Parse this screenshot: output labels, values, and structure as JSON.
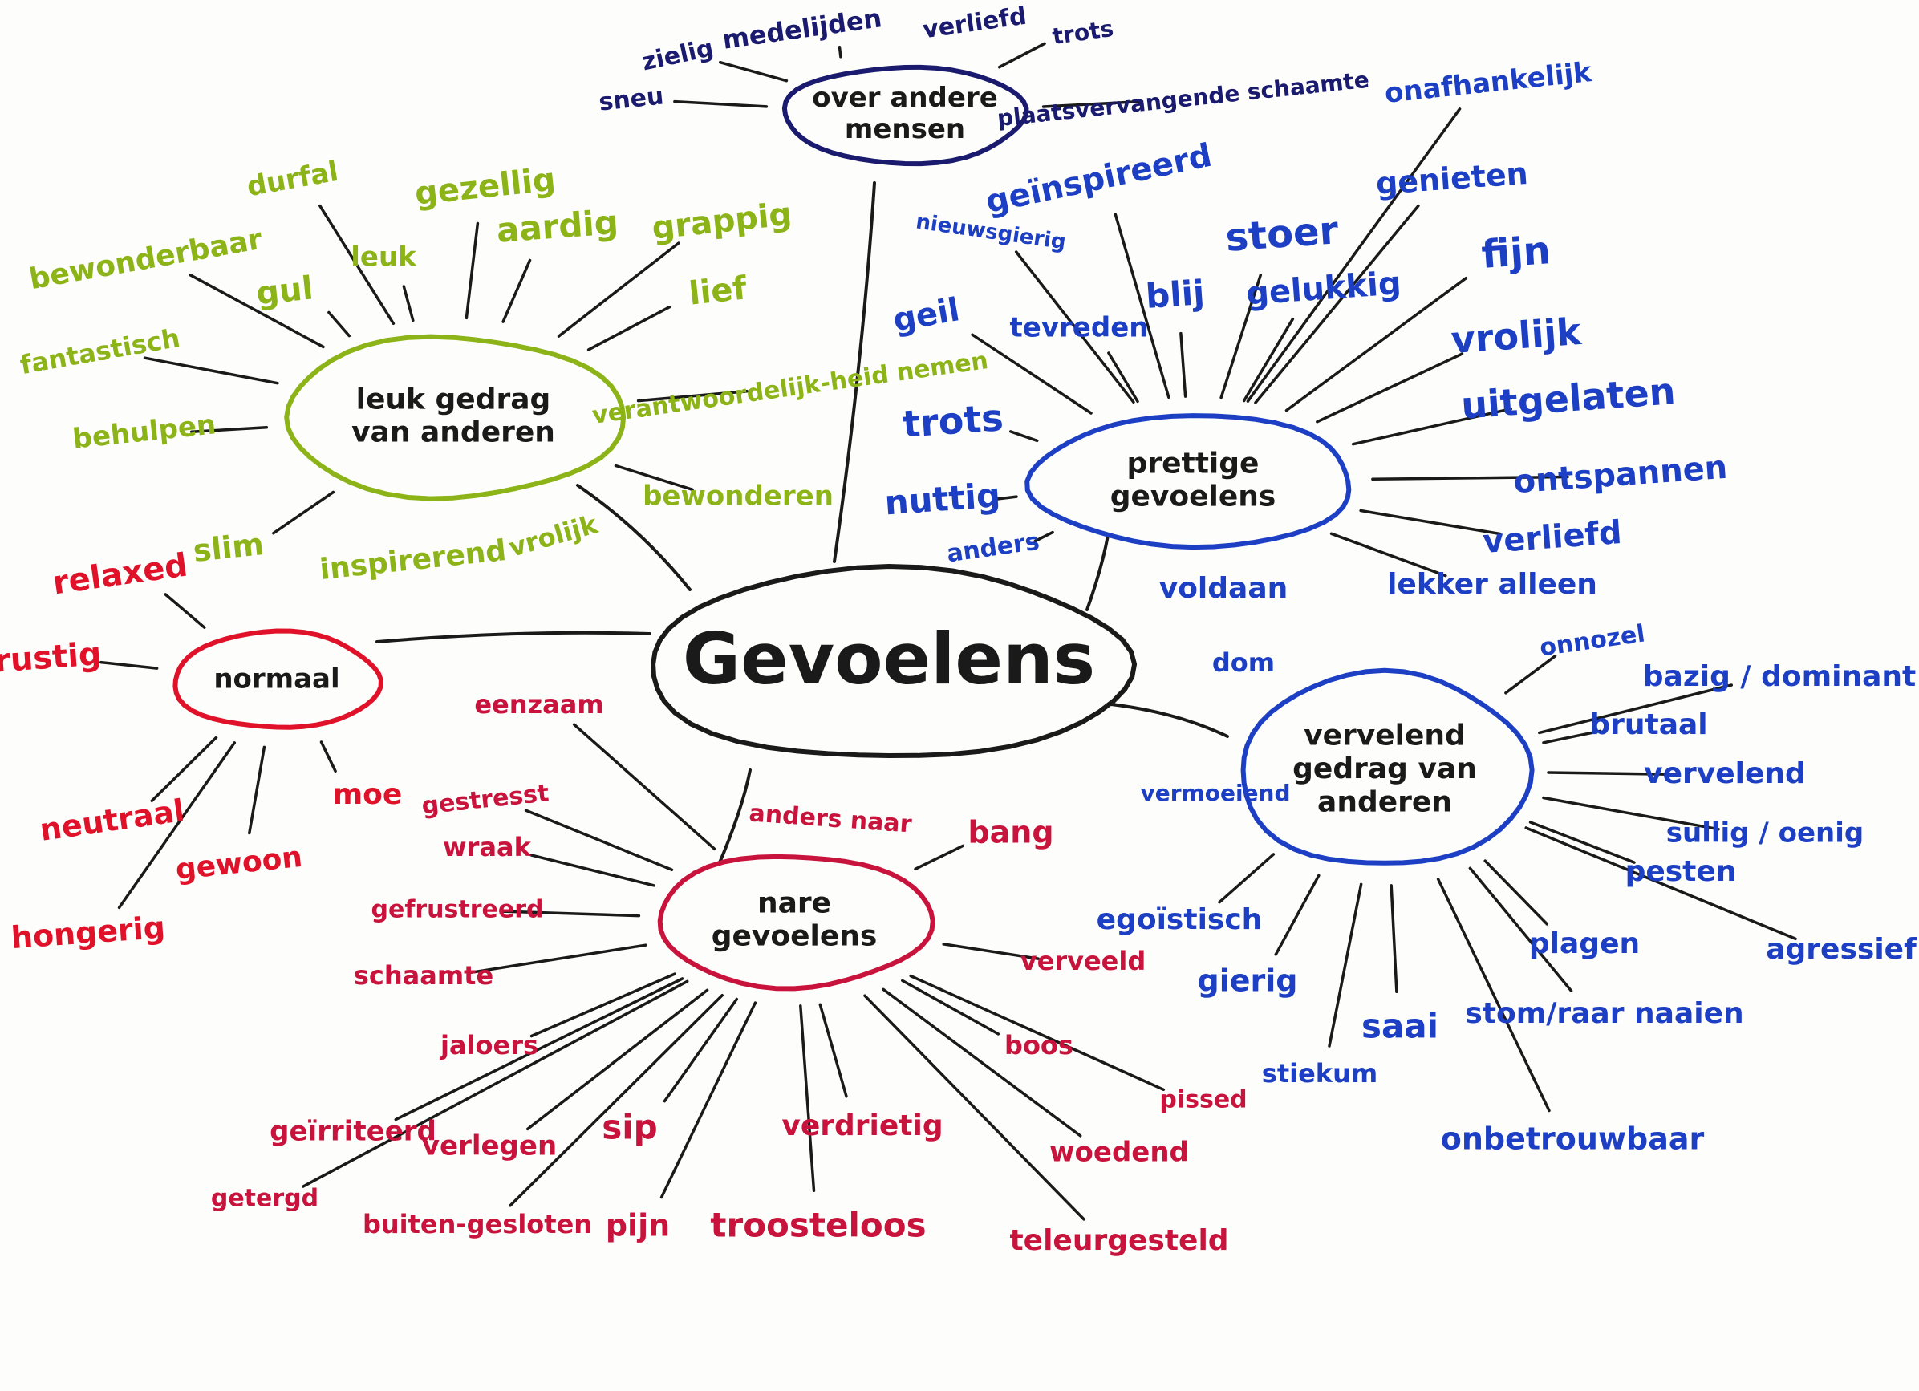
{
  "center": {
    "text": "Gevoelens",
    "color": "#1a1a1a"
  },
  "groups": [
    {
      "id": "normaal",
      "color": "#e0122a",
      "title": [
        "normaal"
      ],
      "words": [
        "relaxed",
        "rustig",
        "neutraal",
        "hongerig",
        "gewoon",
        "moe"
      ]
    },
    {
      "id": "leuk-gedrag",
      "color": "#8cb418",
      "title": [
        "leuk gedrag",
        "van anderen"
      ],
      "words": [
        "durfal",
        "gezellig",
        "bewonderbaar",
        "gul",
        "leuk",
        "aardig",
        "grappig",
        "fantastisch",
        "lief",
        "behulpen",
        "verantwoordelijk-heid nemen",
        "bewonderen",
        "slim",
        "inspirerend",
        "vrolijk"
      ]
    },
    {
      "id": "over-andere",
      "color": "#1a1a6e",
      "title": [
        "over andere",
        "mensen"
      ],
      "words": [
        "medelijden",
        "verliefd",
        "zielig",
        "trots",
        "sneu",
        "plaatsvervangende schaamte"
      ]
    },
    {
      "id": "prettige",
      "color": "#1c3fc4",
      "title": [
        "prettige",
        "gevoelens"
      ],
      "words": [
        "onafhankelijk",
        "geïnspireerd",
        "nieuwsgierig",
        "stoer",
        "genieten",
        "geil",
        "tevreden",
        "blij",
        "gelukkig",
        "fijn",
        "vrolijk",
        "uitgelaten",
        "trots",
        "nuttig",
        "ontspannen",
        "anders",
        "verliefd",
        "voldaan",
        "lekker alleen"
      ]
    },
    {
      "id": "vervelend",
      "color": "#1c3fc4",
      "title": [
        "vervelend",
        "gedrag van",
        "anderen"
      ],
      "words": [
        "dom",
        "onnozel",
        "bazig / dominant",
        "brutaal",
        "vervelend",
        "vermoeiend",
        "sullig / oenig",
        "pesten",
        "egoïstisch",
        "plagen",
        "agressief",
        "gierig",
        "saai",
        "stom/raar naaien",
        "stiekum",
        "onbetrouwbaar"
      ]
    },
    {
      "id": "nare",
      "color": "#c8143c",
      "title": [
        "nare",
        "gevoelens"
      ],
      "words": [
        "eenzaam",
        "gestresst",
        "anders naar",
        "bang",
        "wraak",
        "gefrustreerd",
        "verveeld",
        "schaamte",
        "jaloers",
        "boos",
        "pissed",
        "geïrriteerd",
        "verlegen",
        "sip",
        "verdrietig",
        "woedend",
        "getergd",
        "buiten-gesloten",
        "pijn",
        "troosteloos",
        "teleurgesteld"
      ]
    }
  ]
}
